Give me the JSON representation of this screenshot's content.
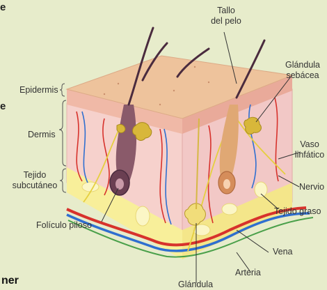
{
  "page_fragments": {
    "left_edge_top": "e",
    "left_edge_mid": "e",
    "bottom_left": "ner"
  },
  "labels": {
    "hair_shaft_line1": "Tallo",
    "hair_shaft_line2": "del pelo",
    "sebaceous_line1": "Glándula",
    "sebaceous_line2": "sebácea",
    "epidermis": "Epidermis",
    "dermis": "Dermis",
    "subcutaneous_line1": "Tejido",
    "subcutaneous_line2": "subcutáneo",
    "lymph_line1": "Vaso",
    "lymph_line2": "linfático",
    "nerve": "Nervio",
    "hair_follicle": "Folículo piloso",
    "fat_tissue": "Tejido graso",
    "vein": "Vena",
    "artery": "Arteria",
    "sweat_gland": "Glándula"
  },
  "colors": {
    "background": "#e7eccb",
    "epidermis_top": "#eec29c",
    "dermis": "#f7d3cf",
    "fat_layer": "#f8ef9a",
    "artery": "#d7322c",
    "vein": "#2f6fd0",
    "nerve": "#e9d64a",
    "hair": "#4a2b3e",
    "gland": "#d8b73a"
  }
}
